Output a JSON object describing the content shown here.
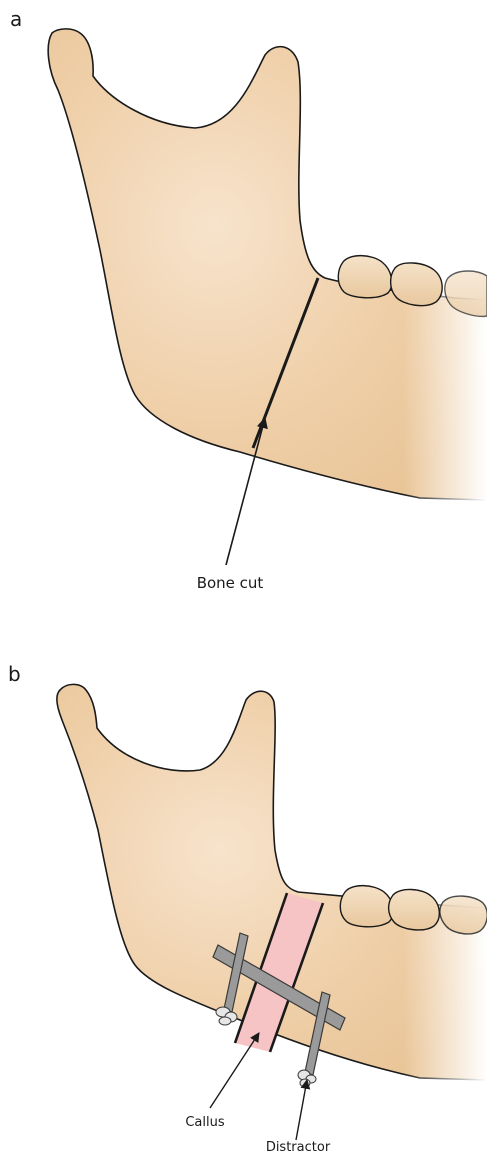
{
  "panel_a": {
    "letter": "a",
    "arrow_label": "Bone cut"
  },
  "panel_b": {
    "letter": "b",
    "label_left": "Callus",
    "label_right": "Distractor"
  },
  "colors": {
    "bone": "#efcfa8",
    "bone_light": "#f6e2cb",
    "outline": "#1a1a1a",
    "callus": "#f6c4c4",
    "distractor": "#9a9a9a",
    "tooth": "#efd2ae"
  }
}
